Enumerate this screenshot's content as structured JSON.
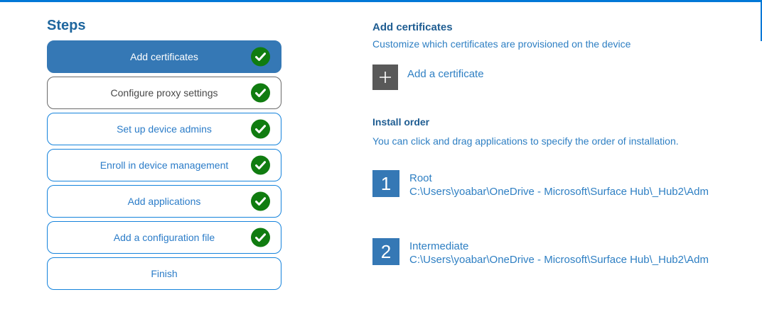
{
  "colors": {
    "accent_blue": "#0078D7",
    "selected_step_blue": "#3578B5",
    "step_border_blue": "#1583DC",
    "step_text_blue": "#2B7CC8",
    "visited_border_gray": "#6A6A6A",
    "check_green": "#107C10",
    "header_dark_blue": "#1F5D92",
    "body_text_blue": "#2E7FC3",
    "plus_button_gray": "#595959"
  },
  "steps_panel": {
    "title": "Steps",
    "items": [
      {
        "label": "Add certificates",
        "state": "selected",
        "checked": true
      },
      {
        "label": "Configure proxy settings",
        "state": "visited",
        "checked": true
      },
      {
        "label": "Set up device admins",
        "state": "normal",
        "checked": true
      },
      {
        "label": "Enroll in device management",
        "state": "normal",
        "checked": true
      },
      {
        "label": "Add applications",
        "state": "normal",
        "checked": true
      },
      {
        "label": "Add a configuration file",
        "state": "normal",
        "checked": true
      },
      {
        "label": "Finish",
        "state": "normal",
        "checked": false
      }
    ]
  },
  "content": {
    "section_title": "Add certificates",
    "section_subtitle": "Customize which certificates are provisioned on the device",
    "add_button_label": "Add a certificate",
    "install_order": {
      "title": "Install order",
      "subtitle": "You can click and drag applications to specify the order of installation.",
      "items": [
        {
          "number": "1",
          "name": "Root",
          "path": "C:\\Users\\yoabar\\OneDrive - Microsoft\\Surface Hub\\_Hub2\\Adm"
        },
        {
          "number": "2",
          "name": "Intermediate",
          "path": "C:\\Users\\yoabar\\OneDrive - Microsoft\\Surface Hub\\_Hub2\\Adm"
        }
      ]
    }
  }
}
